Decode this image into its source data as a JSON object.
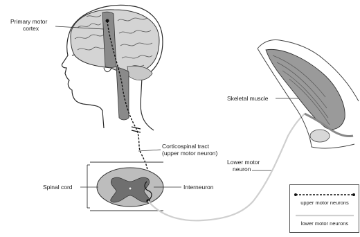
{
  "labels": {
    "primary_motor_cortex_line1": "Primary motor",
    "primary_motor_cortex_line2": "cortex",
    "skeletal_muscle": "Skeletal muscle",
    "corticospinal_line1": "Corticospinal tract",
    "corticospinal_line2": "(upper motor neuron)",
    "lower_motor_line1": "Lower motor",
    "lower_motor_line2": "neuron",
    "spinal_cord": "Spinal cord",
    "interneuron": "Interneuron"
  },
  "legend": {
    "upper": "upper motor neurons",
    "lower": "lower motor neurons"
  },
  "colors": {
    "upper_neuron": "#111111",
    "lower_neuron": "#cfcfcf",
    "tissue": "#b8b8b8",
    "outline": "#333333"
  }
}
